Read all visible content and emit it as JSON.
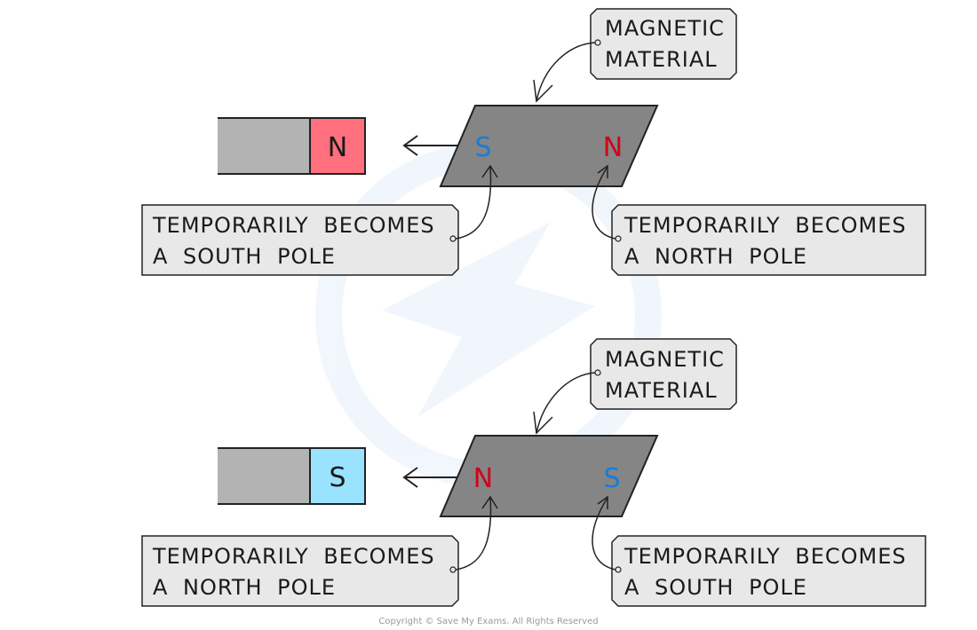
{
  "colors": {
    "magnet_body": "#b3b3b3",
    "magnet_north": "#ff6f7d",
    "magnet_south": "#99e3ff",
    "material": "#858585",
    "label_bg": "#e8e8e8",
    "north_text": "#d0021b",
    "south_text": "#1a7cd6"
  },
  "panels": [
    {
      "magnet_pole": "N",
      "material_left_pole": "S",
      "material_right_pole": "N",
      "material_label": [
        "MAGNETIC",
        "MATERIAL"
      ],
      "left_label": [
        "TEMPORARILY BECOMES",
        "A SOUTH POLE"
      ],
      "right_label": [
        "TEMPORARILY BECOMES",
        "A NORTH POLE"
      ]
    },
    {
      "magnet_pole": "S",
      "material_left_pole": "N",
      "material_right_pole": "S",
      "material_label": [
        "MAGNETIC",
        "MATERIAL"
      ],
      "left_label": [
        "TEMPORARILY BECOMES",
        "A NORTH POLE"
      ],
      "right_label": [
        "TEMPORARILY BECOMES",
        "A SOUTH POLE"
      ]
    }
  ],
  "copyright": "Copyright © Save My Exams. All Rights Reserved"
}
